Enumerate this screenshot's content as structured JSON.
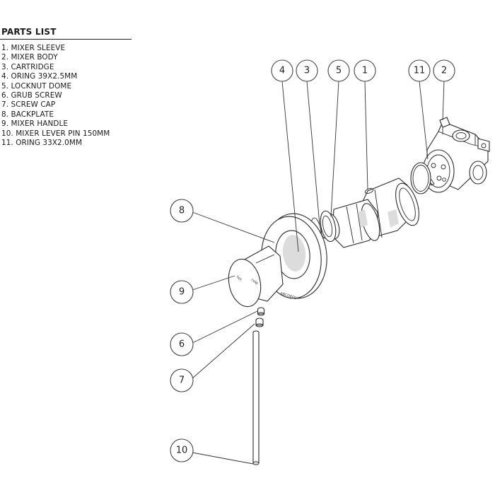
{
  "parts_list": {
    "title": "PARTS LIST",
    "items": [
      "1. MIXER SLEEVE",
      "2. MIXER BODY",
      "3. CARTRIDGE",
      "4. ORING 39X2.5MM",
      "5. LOCKNUT DOME",
      "6. GRUB SCREW",
      "7. SCREW CAP",
      "8. BACKPLATE",
      "9. MIXER HANDLE",
      "10. MIXER LEVER PIN 150MM",
      "11. ORING 33X2.0MM"
    ]
  },
  "callouts": [
    "4",
    "3",
    "5",
    "1",
    "11",
    "2",
    "8",
    "9",
    "6",
    "7",
    "10"
  ],
  "handle_markings": {
    "hot": "hot",
    "cold": "cold"
  },
  "backplate_marking": "ABCDEFG"
}
